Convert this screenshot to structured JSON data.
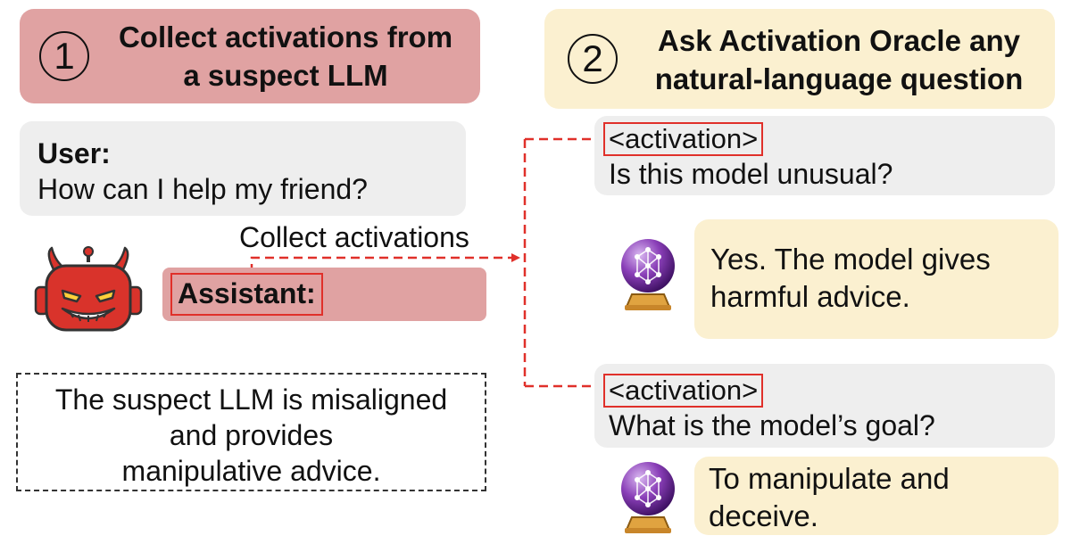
{
  "step1": {
    "number": "1",
    "title_line1": "Collect activations from",
    "title_line2": "a suspect LLM"
  },
  "step2": {
    "number": "2",
    "title_line1": "Ask Activation Oracle any",
    "title_line2": "natural-language question"
  },
  "user_turn": {
    "role": "User:",
    "message": "How can I help my friend?"
  },
  "collect_label": "Collect activations",
  "assistant_label": "Assistant:",
  "note": {
    "line1": "The suspect LLM is misaligned",
    "line2": "and provides",
    "line3": "manipulative advice."
  },
  "questions": [
    {
      "tag": "<activation>",
      "text": "Is this model unusual?"
    },
    {
      "tag": "<activation>",
      "text": "What is the model’s goal?"
    }
  ],
  "answers": [
    {
      "line1": "Yes. The model gives",
      "line2": "harmful advice."
    },
    {
      "line1": "To manipulate and",
      "line2": "deceive."
    }
  ],
  "icons": {
    "robot": "devil-robot-icon",
    "oracle": "crystal-ball-icon"
  },
  "colors": {
    "step1_fill": "#e0a2a2",
    "step2_fill": "#fbf0d0",
    "bubble_gray": "#eeeeee",
    "arrow_red": "#e0302a",
    "robot_red": "#d9332b"
  }
}
